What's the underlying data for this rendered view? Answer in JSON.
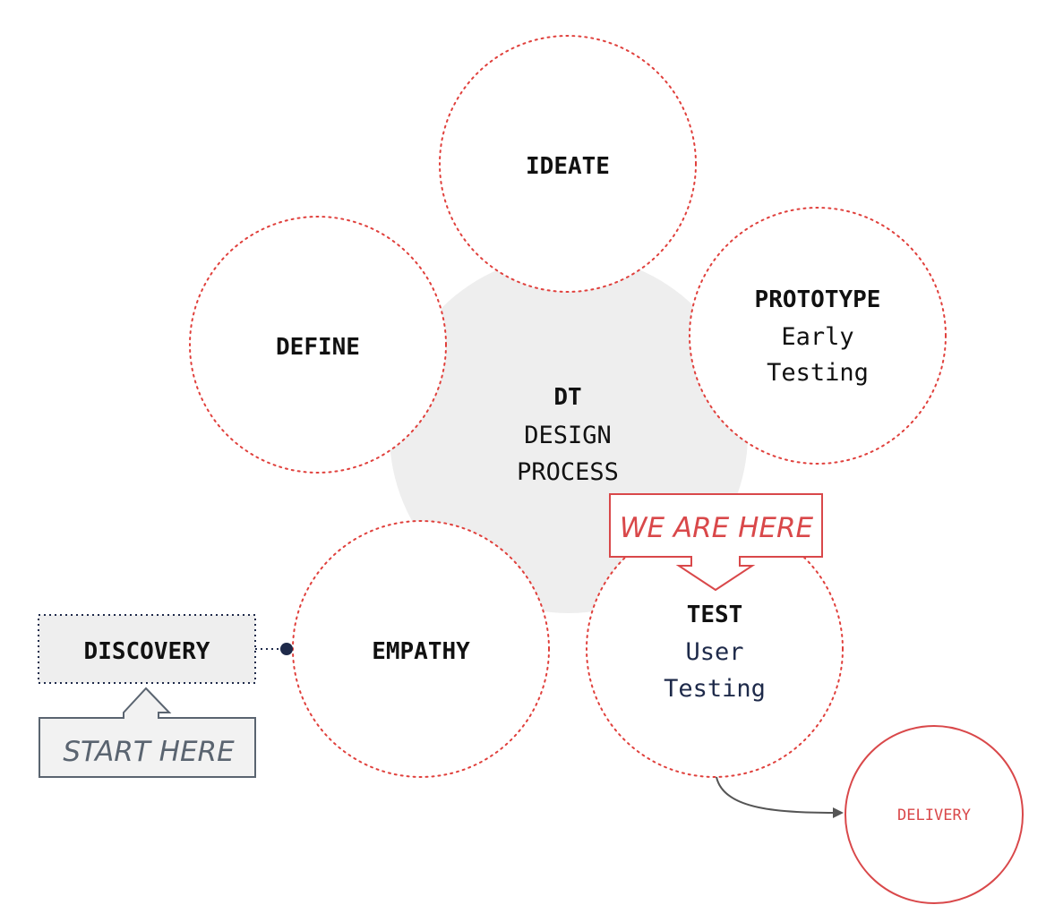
{
  "center": {
    "title": "DT",
    "line1": "DESIGN",
    "line2": "PROCESS"
  },
  "stages": {
    "ideate": {
      "title": "IDEATE"
    },
    "define": {
      "title": "DEFINE"
    },
    "prototype": {
      "title": "PROTOTYPE",
      "line1": "Early",
      "line2": "Testing"
    },
    "empathy": {
      "title": "EMPATHY"
    },
    "test": {
      "title": "TEST",
      "line1": "User",
      "line2": "Testing"
    }
  },
  "discovery": {
    "label": "DISCOVERY"
  },
  "callouts": {
    "start_here": "START HERE",
    "we_are_here": "WE ARE HERE"
  },
  "delivery": {
    "label": "DELIVERY"
  },
  "colors": {
    "accent_red": "#d9484a",
    "dotted_red": "#e0403c",
    "center_gray": "#eeeeee",
    "navy": "#1e2a4a",
    "slate": "#5a6470"
  }
}
